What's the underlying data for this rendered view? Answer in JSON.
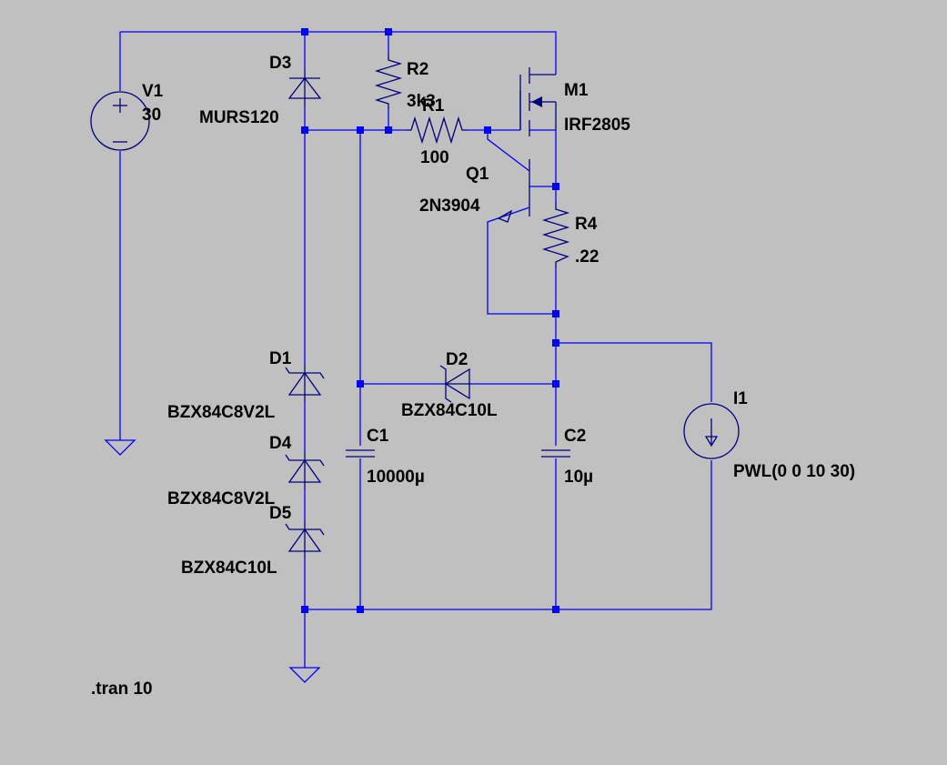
{
  "components": {
    "v1": {
      "ref": "V1",
      "value": "30"
    },
    "d3": {
      "ref": "D3",
      "value": "MURS120"
    },
    "r2": {
      "ref": "R2",
      "value": "3k3"
    },
    "r1": {
      "ref": "R1",
      "value": "100"
    },
    "m1": {
      "ref": "M1",
      "value": "IRF2805"
    },
    "q1": {
      "ref": "Q1",
      "value": "2N3904"
    },
    "r4": {
      "ref": "R4",
      "value": ".22"
    },
    "d1": {
      "ref": "D1",
      "value": "BZX84C8V2L"
    },
    "d4": {
      "ref": "D4",
      "value": "BZX84C8V2L"
    },
    "d5": {
      "ref": "D5",
      "value": "BZX84C10L"
    },
    "d2": {
      "ref": "D2",
      "value": "BZX84C10L"
    },
    "c1": {
      "ref": "C1",
      "value": "10000µ"
    },
    "c2": {
      "ref": "C2",
      "value": "10µ"
    },
    "i1": {
      "ref": "I1",
      "value": "PWL(0 0 10 30)"
    }
  },
  "directive": ".tran 10",
  "colors": {
    "background": "#c0c0c0",
    "wire": "#0000ff",
    "component": "#000080",
    "text": "#000000"
  }
}
